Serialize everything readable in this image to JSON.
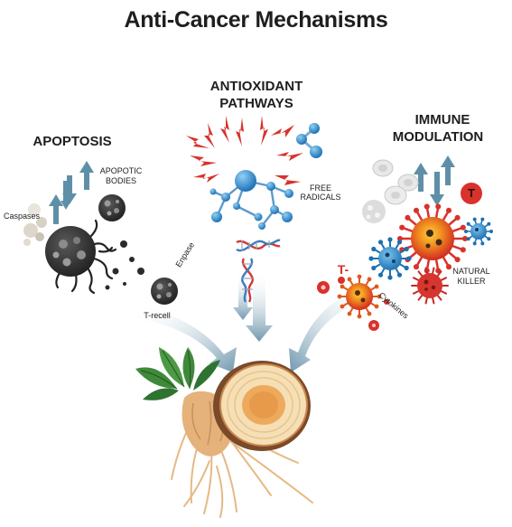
{
  "title": "Anti-Cancer Mechanisms",
  "sections": {
    "apoptosis": {
      "heading": "APOPTOSIS",
      "labels": {
        "apopotic_bodies_1": "APOPOTIC",
        "apopotic_bodies_2": "BODIES",
        "caspases": "Caspases",
        "enpase": "Enpase",
        "t_recell": "T-recell"
      }
    },
    "antioxidant": {
      "heading_1": "ANTIOXIDANT",
      "heading_2": "PATHWAYS",
      "labels": {
        "free_1": "FREE",
        "free_2": "RADICALS"
      }
    },
    "immune": {
      "heading_1": "IMMUNE",
      "heading_2": "MODULATION",
      "labels": {
        "t_minus": "T-",
        "t_badge": "T",
        "cytokines": "Cytokines",
        "nk_1": "NATURAL",
        "nk_2": "KILLER"
      }
    }
  },
  "colors": {
    "arrow": "#5f8fa8",
    "lightning": "#d8322c",
    "molecule": "#2f86c8",
    "dna_red": "#d03a3a",
    "dna_blue": "#3a7cc0",
    "root": "#e4b27a",
    "leaf": "#3f8a3a"
  }
}
